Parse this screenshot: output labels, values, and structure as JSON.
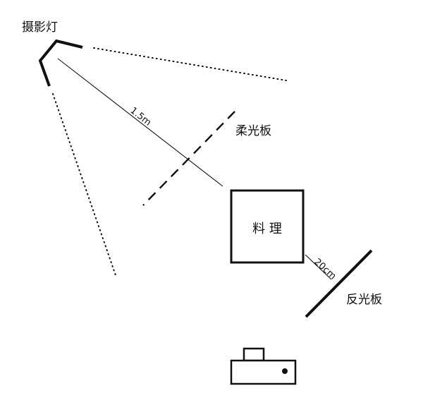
{
  "labels": {
    "light": "摄影灯",
    "diffuser": "柔光板",
    "food": "料 理",
    "reflector": "反光板",
    "distance_light": "1.5m",
    "distance_reflector": "20cm"
  },
  "colors": {
    "ink": "#111111",
    "background": "#ffffff"
  },
  "icons": {
    "light": "studio-light-icon",
    "camera": "camera-icon"
  }
}
